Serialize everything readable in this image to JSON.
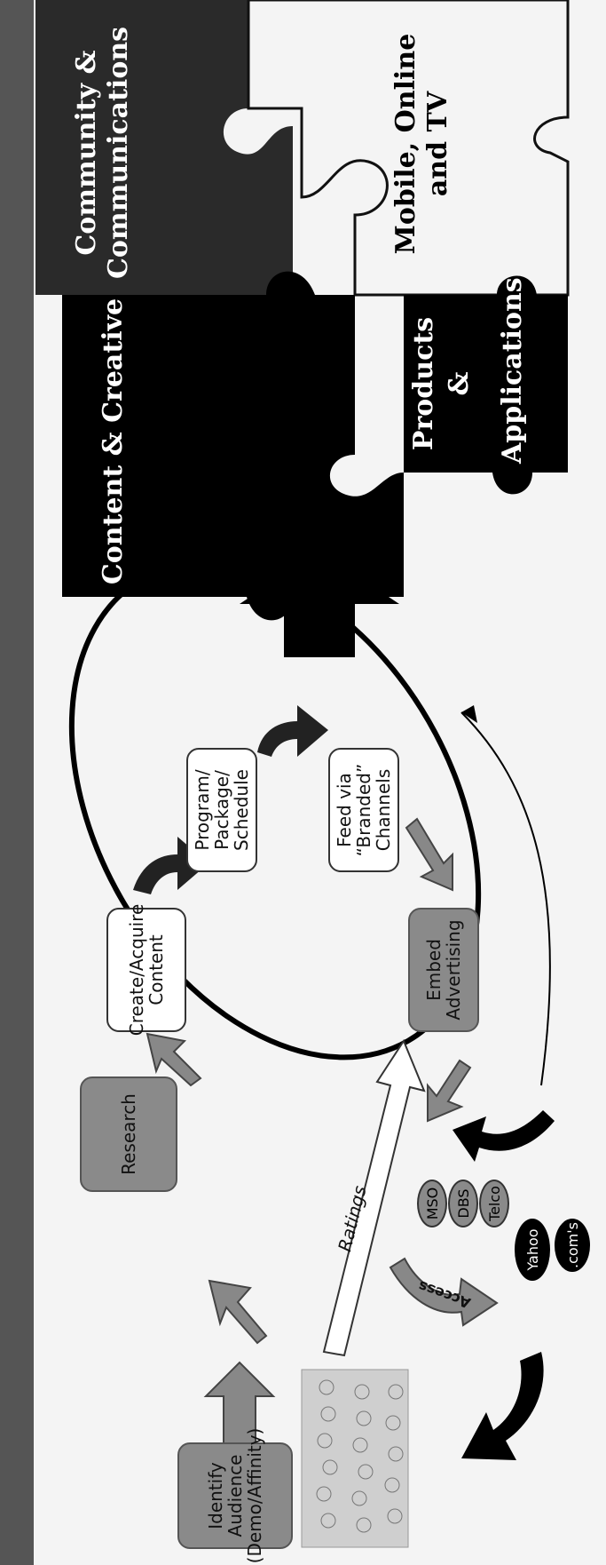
{
  "left": {
    "identify_box": "Identify Audience (Demo/Affinity)",
    "research_box": "Research",
    "create_box": "Create/Acquire Content",
    "program_box": "Program/ Package/ Schedule",
    "feed_box": "Feed via “Branded” Channels",
    "embed_box": "Embed Advertising",
    "ratings_label": "Ratings",
    "access_label": "Access",
    "mso": "MSO",
    "dbs": "DBS",
    "telco": "Telco",
    "yahoo": "Yahoo",
    "coms": ".com's"
  },
  "right": {
    "community": "Community & Communications",
    "mobile": "Mobile, Online and TV",
    "content": "Content & Creative",
    "products": "Products",
    "amp": "&",
    "applications": "Applications"
  },
  "colors": {
    "dark": "#111111",
    "gray": "#8a8a8a",
    "background": "#f4f4f4"
  }
}
